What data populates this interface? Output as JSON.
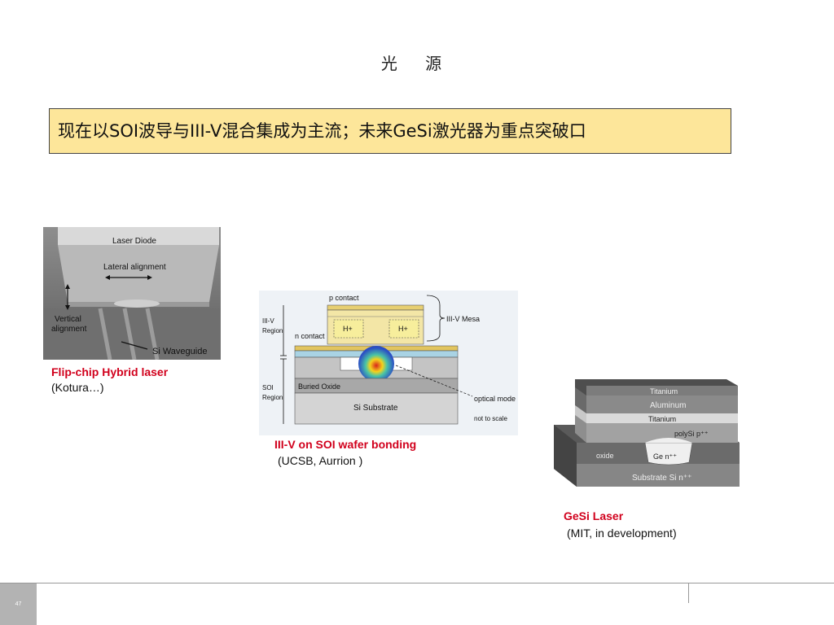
{
  "slide": {
    "title": "光 源",
    "banner": "现在以SOI波导与III-V混合集成为主流；未来GeSi激光器为重点突破口",
    "page_number": "47"
  },
  "figures": {
    "flipchip": {
      "caption_title": "Flip-chip Hybrid laser",
      "caption_sub": "(Kotura…)",
      "labels": {
        "laser_diode": "Laser Diode",
        "lateral": "Lateral alignment",
        "vertical": "Vertical",
        "alignment": "alignment",
        "waveguide": "Si Waveguide"
      }
    },
    "soi": {
      "caption_title": "III-V on SOI wafer bonding",
      "caption_sub": "(UCSB, Aurrion )",
      "labels": {
        "p_contact": "p contact",
        "iii_v_mesa": "III-V Mesa",
        "iii_v_region_1": "III-V",
        "iii_v_region_2": "Region",
        "n_contact": "n contact",
        "h_plus_left": "H+",
        "h_plus_right": "H+",
        "soi_region_1": "SOI",
        "soi_region_2": "Region",
        "buried_oxide": "Buried Oxide",
        "si_substrate": "Si Substrate",
        "optical_mode": "optical mode",
        "not_to_scale": "not to scale"
      }
    },
    "gesi": {
      "caption_title": "GeSi Laser",
      "caption_sub": "(MIT, in development)",
      "labels": {
        "titanium_top": "Titanium",
        "aluminum": "Aluminum",
        "titanium_mid": "Titanium",
        "polysi": "polySi p⁺⁺",
        "oxide": "oxide",
        "ge": "Ge n⁺⁺",
        "substrate": "Substrate Si n⁺⁺"
      }
    }
  }
}
